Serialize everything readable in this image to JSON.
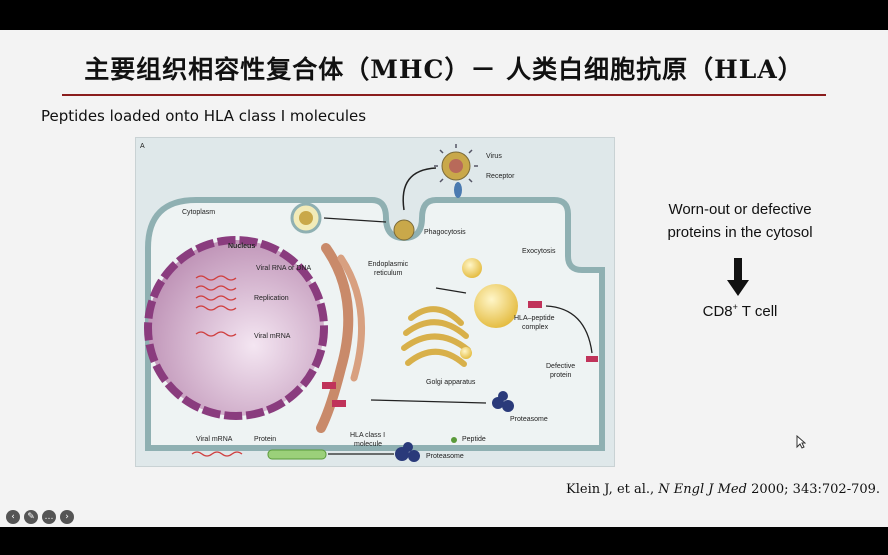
{
  "slide": {
    "title": "主要组织相容性复合体（MHC）－ 人类白细胞抗原（HLA）",
    "subtitle": "Peptides loaded onto HLA class I molecules",
    "right_note": {
      "line1": "Worn-out or defective",
      "line2": "proteins in the cytosol",
      "cd8_prefix": "CD8",
      "cd8_sup": "+",
      "cd8_suffix": " T cell"
    },
    "citation": {
      "authors": "Klein J, et al., ",
      "journal": "N Engl J Med",
      "details": " 2000; 343:702-709."
    }
  },
  "figure": {
    "panel": "A",
    "labels": {
      "virus": "Virus",
      "receptor": "Receptor",
      "phagocytosis": "Phagocytosis",
      "cytoplasm": "Cytoplasm",
      "nucleus": "Nucleus",
      "viral_rna_dna": "Viral RNA or DNA",
      "replication": "Replication",
      "viral_mrna_nucleus": "Viral mRNA",
      "er_1": "Endoplasmic",
      "er_2": "reticulum",
      "exocytosis": "Exocytosis",
      "hla_complex_1": "HLA–peptide",
      "hla_complex_2": "complex",
      "golgi": "Golgi apparatus",
      "defective_1": "Defective",
      "defective_2": "protein",
      "proteasome_right": "Proteasome",
      "viral_mrna_cyto": "Viral mRNA",
      "protein": "Protein",
      "hla_class_1": "HLA class I",
      "hla_class_2": "molecule",
      "peptide": "Peptide",
      "proteasome_bottom": "Proteasome"
    }
  },
  "colors": {
    "title_rule": "#8a1c1c",
    "membrane": "#8fb0b2",
    "nucleus": "#8a3c7e",
    "golgi": "#d8b04a",
    "er": "#c98a6a"
  },
  "controls": [
    {
      "icon": "prev-icon",
      "glyph": "‹"
    },
    {
      "icon": "pen-icon",
      "glyph": "✎"
    },
    {
      "icon": "more-icon",
      "glyph": "…"
    },
    {
      "icon": "next-icon",
      "glyph": "›"
    }
  ]
}
